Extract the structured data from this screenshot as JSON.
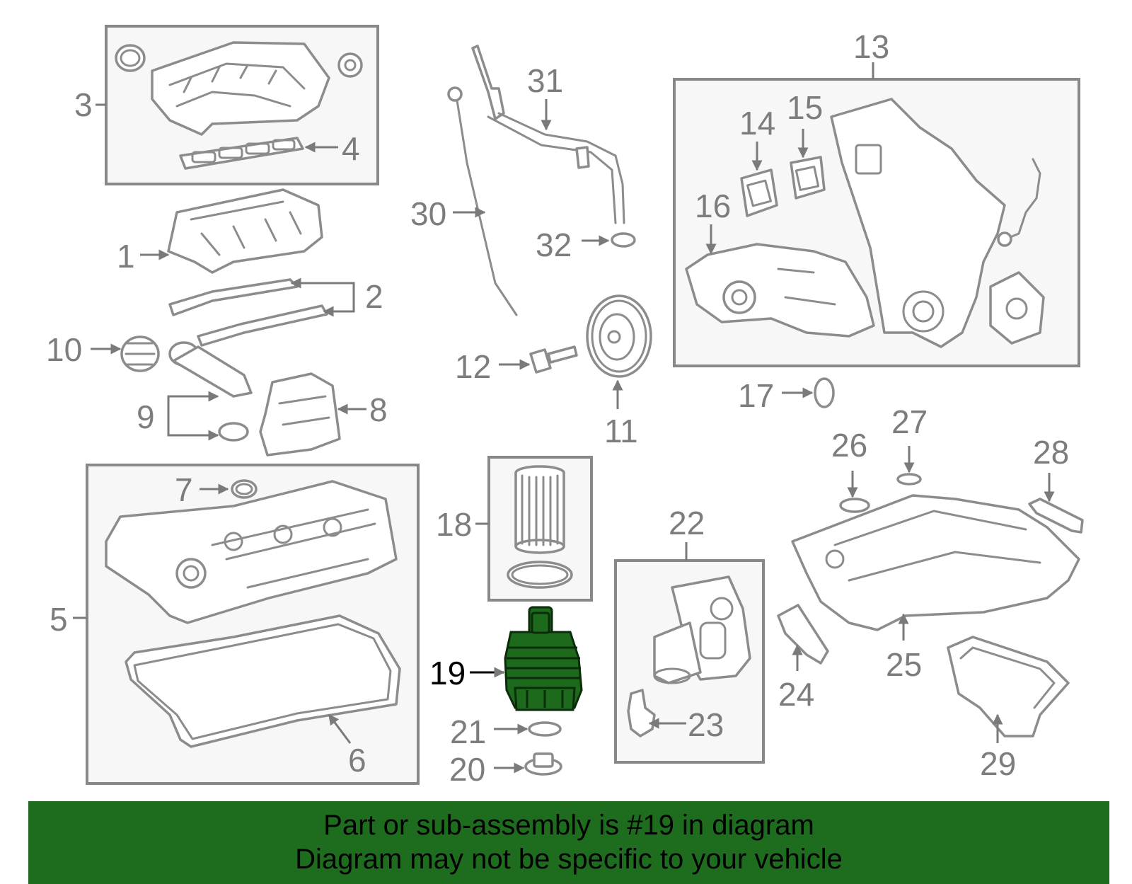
{
  "callouts": [
    "1",
    "2",
    "3",
    "4",
    "5",
    "6",
    "7",
    "8",
    "9",
    "10",
    "11",
    "12",
    "13",
    "14",
    "15",
    "16",
    "17",
    "18",
    "19",
    "20",
    "21",
    "22",
    "23",
    "24",
    "25",
    "26",
    "27",
    "28",
    "29",
    "30",
    "31",
    "32"
  ],
  "highlighted_callout": "19",
  "colors": {
    "highlight": "#1e6d1e",
    "part_line": "#8c8c8c",
    "callout_text": "#7d7d7d",
    "box_fill": "#f7f7f7"
  },
  "banner": {
    "line1": "Part or sub-assembly is #19 in diagram",
    "line2": "Diagram may not be specific to your vehicle"
  }
}
